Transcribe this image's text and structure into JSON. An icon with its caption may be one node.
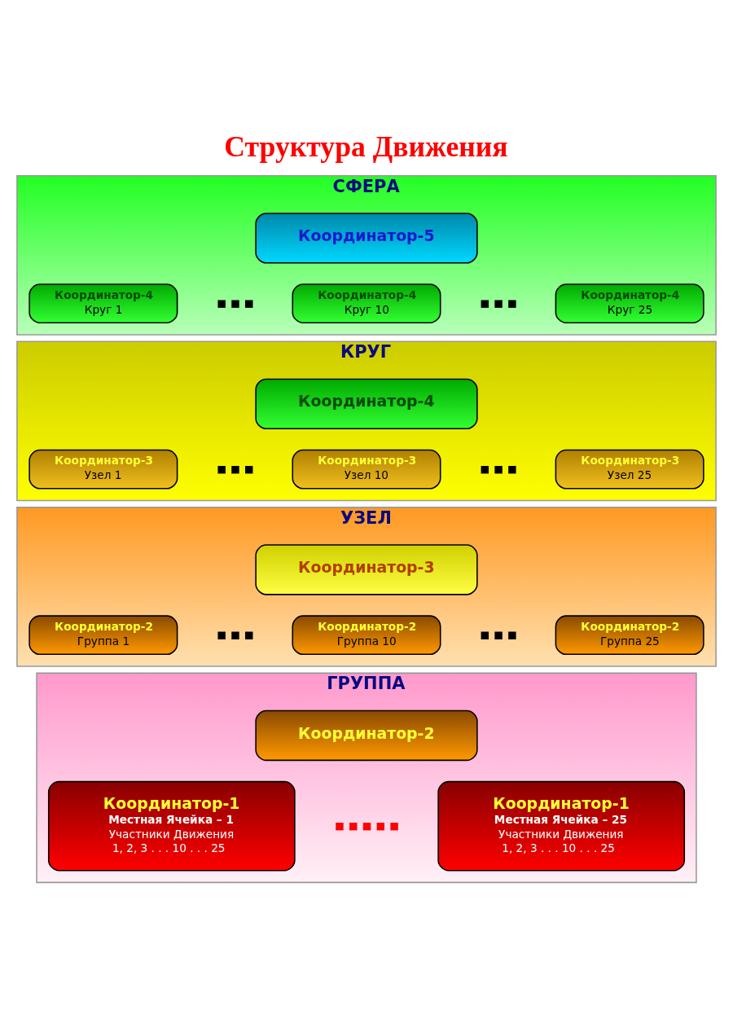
{
  "diagram": {
    "title": "Структура Движения",
    "nodes": [
      {
        "text": [
          "СФЕРА"
        ]
      },
      {
        "text": [
          "Координатор-5"
        ],
        "in": 0
      },
      {
        "text": [
          "Координатор-4",
          "Круг 1"
        ],
        "in": 0
      },
      {
        "text": [
          "Координатор-4",
          "Круг 10"
        ],
        "in": 0
      },
      {
        "text": [
          "Координатор-4",
          "Круг 25"
        ],
        "in": 0
      },
      {
        "text": [
          "КРУГ"
        ]
      },
      {
        "text": [
          "Координатор-4"
        ],
        "in": 5
      },
      {
        "text": [
          "Координатор-3",
          "Узел 1"
        ],
        "in": 5
      },
      {
        "text": [
          "Координатор-3",
          "Узел 10"
        ],
        "in": 5
      },
      {
        "text": [
          "Координатор-3",
          "Узел 25"
        ],
        "in": 5
      },
      {
        "text": [
          "УЗЕЛ"
        ]
      },
      {
        "text": [
          "Координатор-3"
        ],
        "in": 10
      },
      {
        "text": [
          "Координатор-2",
          "Группа 1"
        ],
        "in": 10
      },
      {
        "text": [
          "Координатор-2",
          "Группа 10"
        ],
        "in": 10
      },
      {
        "text": [
          "Координатор-2",
          "Группа 25"
        ],
        "in": 10
      },
      {
        "text": [
          "ГРУППА"
        ]
      },
      {
        "text": [
          "Координатор-2"
        ],
        "in": 15
      },
      {
        "text": [
          "Координатор-1",
          "Местная Ячейка – 1",
          "Участники Движения",
          "1, 2, 3 . . . 10 . . . 25"
        ],
        "in": 15
      },
      {
        "text": [
          "Координатор-1",
          "Местная Ячейка – 25",
          "Участники Движения",
          "1, 2, 3 . . . 10 . . . 25"
        ],
        "in": 15
      }
    ],
    "edges": []
  }
}
